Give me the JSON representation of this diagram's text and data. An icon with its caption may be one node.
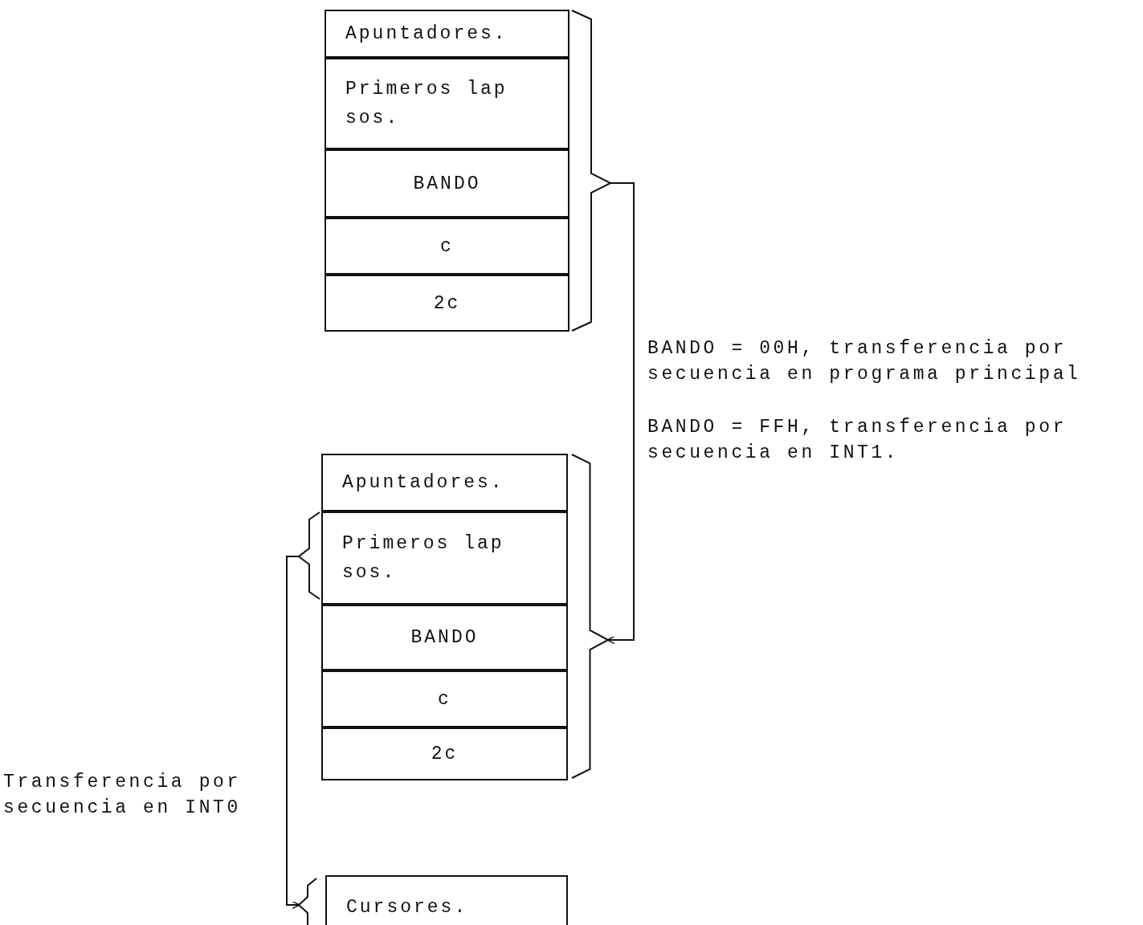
{
  "diagram": {
    "nodes": [
      {
        "text": [
          "Apuntadores."
        ]
      },
      {
        "text": [
          "Primeros lap sos."
        ]
      },
      {
        "text": [
          "BANDO"
        ]
      },
      {
        "text": [
          "c"
        ]
      },
      {
        "text": [
          "2c"
        ]
      },
      {
        "text": [],
        "shape": "brace"
      },
      {
        "text": [
          "Apuntadores."
        ]
      },
      {
        "text": [
          "Primeros lap sos."
        ]
      },
      {
        "text": [
          "BANDO"
        ]
      },
      {
        "text": [
          "c"
        ]
      },
      {
        "text": [
          "2c"
        ]
      },
      {
        "text": [],
        "shape": "brace"
      },
      {
        "text": [],
        "shape": "brace"
      },
      {
        "text": [],
        "shape": "brace"
      },
      {
        "text": [
          "Cursores."
        ]
      }
    ],
    "edges": [
      {
        "from": 5,
        "to": 11,
        "arrow": "to"
      },
      {
        "from": 12,
        "to": 13,
        "arrow": "to"
      }
    ],
    "labels": [
      "BANDO = 00H, transferencia por secuencia en programa principal",
      "BANDO = FFH, transferencia por secuencia en INT1.",
      "Transferencia por secuencia en INT0"
    ]
  }
}
